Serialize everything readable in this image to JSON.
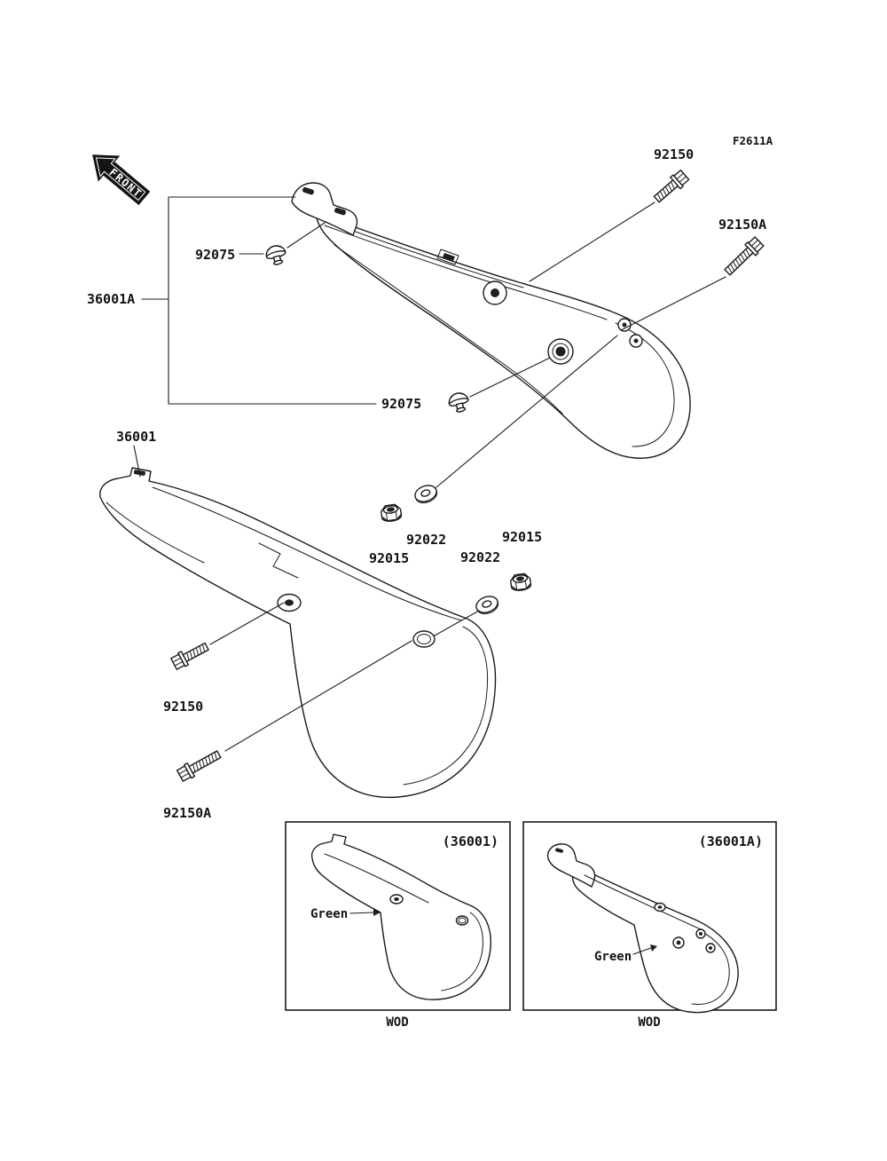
{
  "page": {
    "figure_code": "F2611A",
    "front_label": "FRONT"
  },
  "callouts": {
    "bolt_top": "92150",
    "bolt_top_right": "92150A",
    "damper_upper": "92075",
    "cover_upper": "36001A",
    "damper_lower": "92075",
    "cover_lower": "36001",
    "washer_upper": "92022",
    "nut_upper": "92015",
    "nut_lower": "92015",
    "washer_lower": "92022",
    "bolt_bottom": "92150",
    "bolt_bottom_right": "92150A"
  },
  "insets": {
    "left": {
      "part_ref": "(36001)",
      "color": "Green",
      "variant_code": "WOD"
    },
    "right": {
      "part_ref": "(36001A)",
      "color": "Green",
      "variant_code": "WOD"
    }
  },
  "colors": {
    "line": "#1b1b1b",
    "paper": "#ffffff"
  }
}
